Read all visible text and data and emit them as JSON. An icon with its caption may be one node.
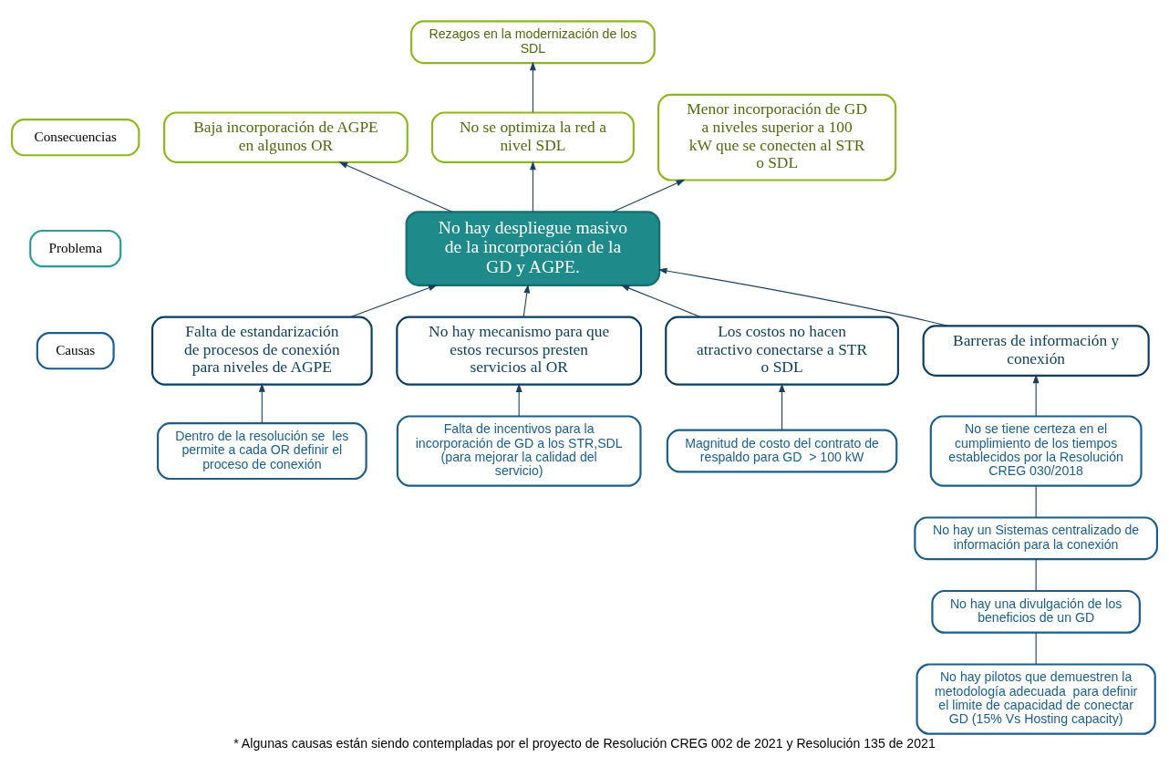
{
  "diagram": {
    "caption": "* Algunas causas están siendo contempladas por el proyecto de Resolución CREG 002 de 2021 y Resolución 135 de 2021",
    "nodes": [
      {
        "text": [
          "Consecuencias"
        ]
      },
      {
        "text": [
          "Problema"
        ]
      },
      {
        "text": [
          "Causas"
        ]
      },
      {
        "text": [
          "Rezagos en la modernización de los SDL"
        ]
      },
      {
        "text": [
          "Baja incorporación de AGPE en algunos OR"
        ]
      },
      {
        "text": [
          "No se optimiza la red a nivel SDL"
        ]
      },
      {
        "text": [
          "Menor incorporación de GD a niveles superior a 100 kW que se conecten al STR o SDL"
        ]
      },
      {
        "text": [
          "No hay despliegue masivo de la incorporación de la GD y AGPE."
        ]
      },
      {
        "text": [
          "Falta de estandarización de procesos de conexión para niveles de AGPE"
        ]
      },
      {
        "text": [
          "No hay mecanismo para que estos recursos presten servicios al OR"
        ]
      },
      {
        "text": [
          "Los costos no hacen atractivo conectarse a STR o SDL"
        ]
      },
      {
        "text": [
          "Barreras de información y conexión"
        ]
      },
      {
        "text": [
          "Dentro de la resolución se  les permite a cada OR definir el proceso de conexión"
        ]
      },
      {
        "text": [
          "Falta de incentivos para la incorporación de GD a los STR,SDL (para mejorar la calidad del servicio)"
        ]
      },
      {
        "text": [
          "Magnitud de costo del contrato de respaldo para GD  > 100 kW"
        ]
      },
      {
        "text": [
          "No se tiene certeza en el cumplimiento de los tiempos establecidos por la Resolución CREG 030/2018"
        ]
      },
      {
        "text": [
          "No hay un Sistemas centralizado de información para la conexión"
        ]
      },
      {
        "text": [
          "No hay una divulgación de los beneficios de un GD"
        ]
      },
      {
        "text": [
          "No hay pilotos que demuestren la metodología adecuada  para definir el limite de capacidad de conectar GD (15% Vs Hosting capacity)"
        ]
      }
    ],
    "edges": [
      {
        "from": 7,
        "to": 4,
        "arrow": "to"
      },
      {
        "from": 7,
        "to": 5,
        "arrow": "to"
      },
      {
        "from": 7,
        "to": 6,
        "arrow": "to"
      },
      {
        "from": 5,
        "to": 3,
        "arrow": "to"
      },
      {
        "from": 8,
        "to": 7,
        "arrow": "to"
      },
      {
        "from": 9,
        "to": 7,
        "arrow": "to"
      },
      {
        "from": 10,
        "to": 7,
        "arrow": "to"
      },
      {
        "from": 11,
        "to": 7,
        "arrow": "to"
      },
      {
        "from": 12,
        "to": 8,
        "arrow": "to"
      },
      {
        "from": 13,
        "to": 9,
        "arrow": "to"
      },
      {
        "from": 14,
        "to": 10,
        "arrow": "to"
      },
      {
        "from": 15,
        "to": 11,
        "arrow": "to"
      },
      {
        "from": 16,
        "to": 15,
        "arrow": "none"
      },
      {
        "from": 17,
        "to": 16,
        "arrow": "none"
      },
      {
        "from": 18,
        "to": 17,
        "arrow": "none"
      }
    ]
  }
}
